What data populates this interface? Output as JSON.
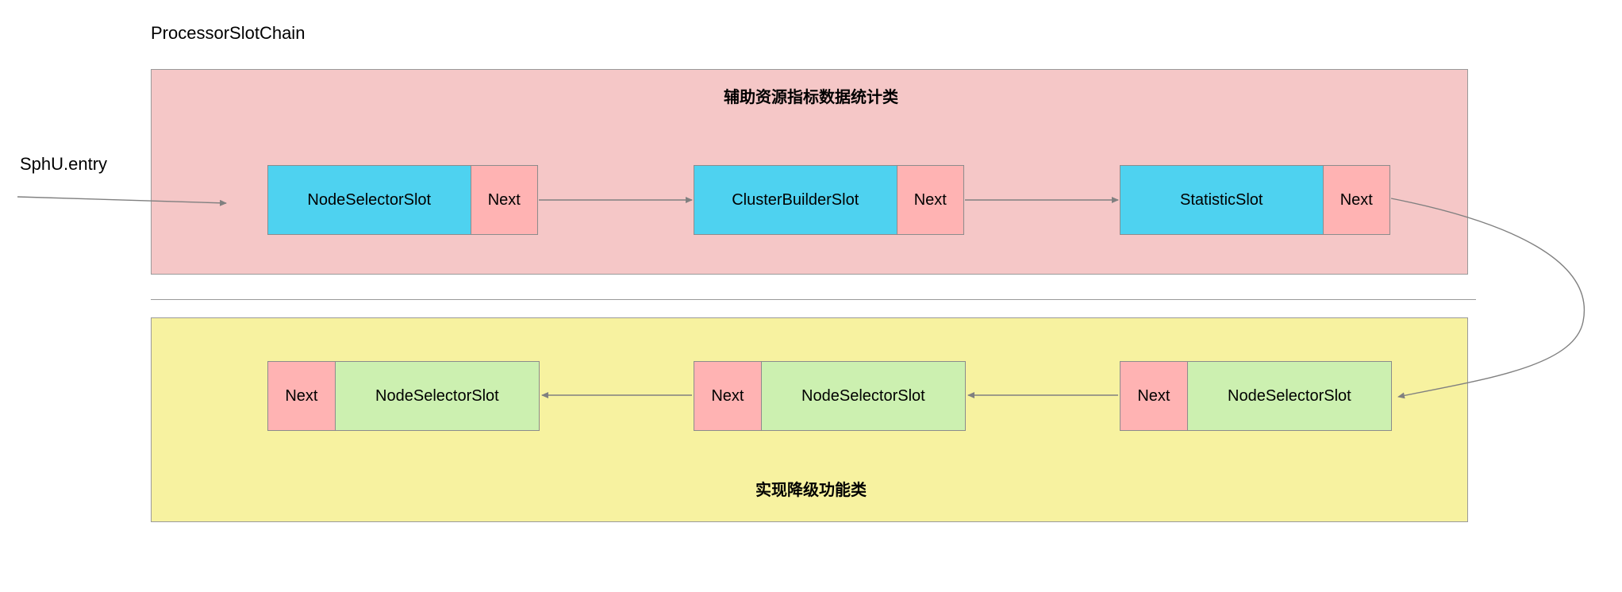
{
  "diagram": {
    "title": "ProcessorSlotChain",
    "entry_label": "SphU.entry",
    "next_label": "Next",
    "panels": {
      "top": {
        "caption": "辅助资源指标数据统计类",
        "fill": "#f5c7c7",
        "slots": [
          {
            "name": "NodeSelectorSlot",
            "next": "Next"
          },
          {
            "name": "ClusterBuilderSlot",
            "next": "Next"
          },
          {
            "name": "StatisticSlot",
            "next": "Next"
          }
        ]
      },
      "bottom": {
        "caption": "实现降级功能类",
        "fill": "#f7f2a0",
        "slots": [
          {
            "next": "Next",
            "name": "NodeSelectorSlot"
          },
          {
            "next": "Next",
            "name": "NodeSelectorSlot"
          },
          {
            "next": "Next",
            "name": "NodeSelectorSlot"
          }
        ]
      }
    },
    "colors": {
      "slot_cyan": "#4ed2f0",
      "slot_green": "#ccf0b0",
      "next_pink": "#ffb3b3",
      "panel_pink": "#f5c7c7",
      "panel_yellow": "#f7f2a0",
      "stroke": "#808080",
      "border": "#8c8c8c"
    }
  }
}
